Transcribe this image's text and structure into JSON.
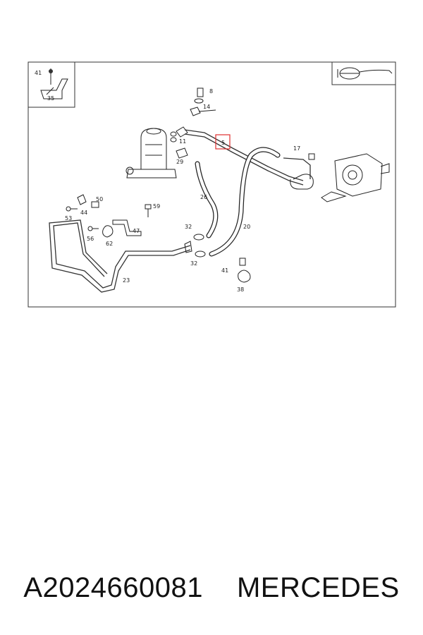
{
  "diagram": {
    "labels": {
      "l41a": "41",
      "l35": "35",
      "l8": "8",
      "l14": "14",
      "l11": "11",
      "l29": "29",
      "l5": "5",
      "l17": "17",
      "l26": "26",
      "l20": "20",
      "l50": "50",
      "l44": "44",
      "l53": "53",
      "l59": "59",
      "l47": "47",
      "l56": "56",
      "l62": "62",
      "l32a": "32",
      "l32b": "32",
      "l41b": "41",
      "l38": "38",
      "l23": "23"
    },
    "highlight_color": "#e03030"
  },
  "caption": {
    "part_number": "A2024660081",
    "brand": "MERCEDES"
  }
}
